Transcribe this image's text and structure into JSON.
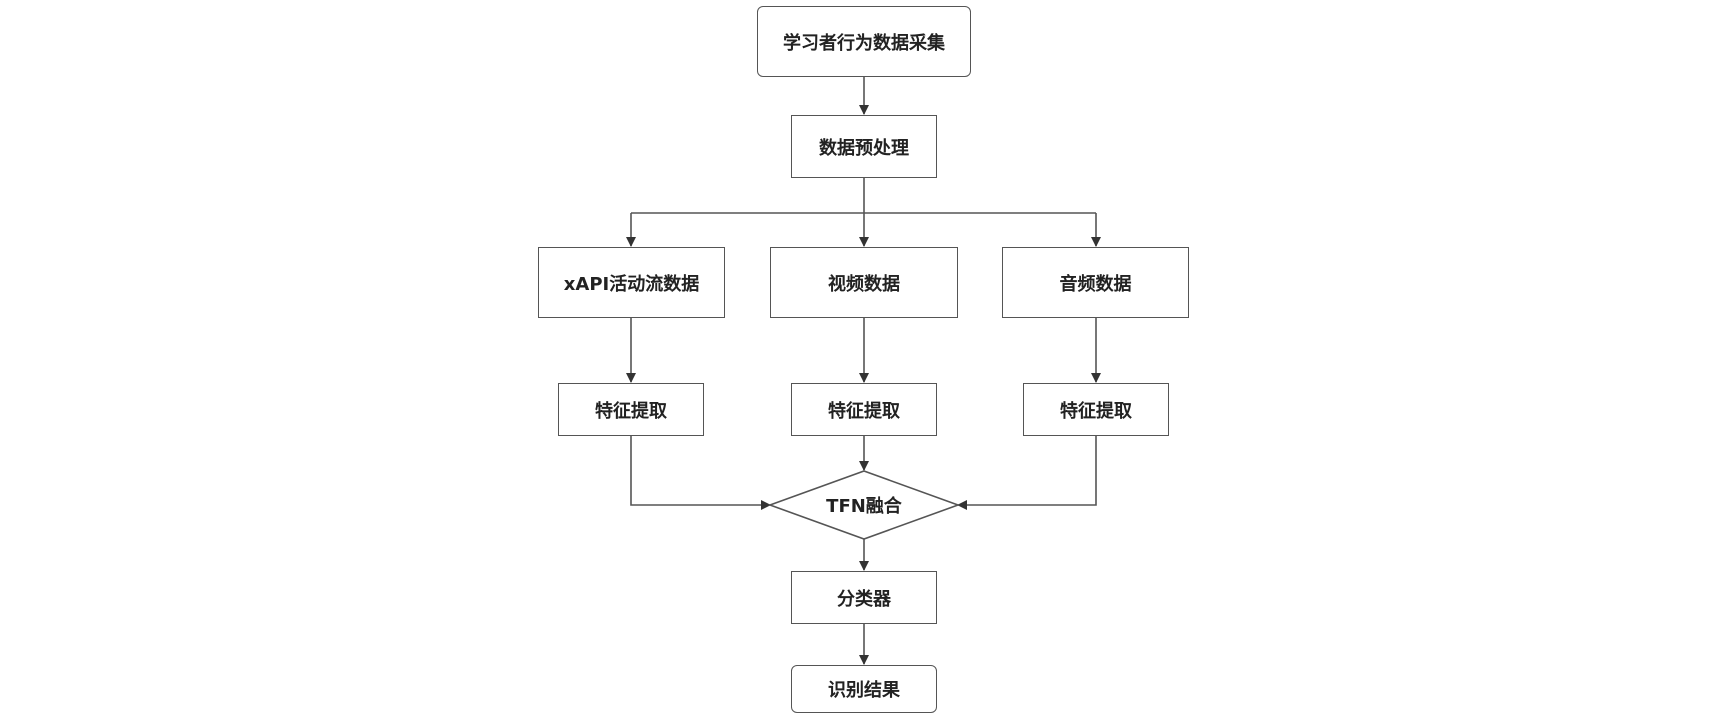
{
  "diagram": {
    "nodes": {
      "collect": "学习者行为数据采集",
      "preprocess": "数据预处理",
      "xapi": "xAPI活动流数据",
      "video": "视频数据",
      "audio": "音频数据",
      "feat_xapi": "特征提取",
      "feat_video": "特征提取",
      "feat_audio": "特征提取",
      "fusion": "TFN融合",
      "classifier": "分类器",
      "result": "识别结果"
    },
    "colors": {
      "stroke": "#555555",
      "arrow": "#333333",
      "text": "#222222"
    }
  }
}
